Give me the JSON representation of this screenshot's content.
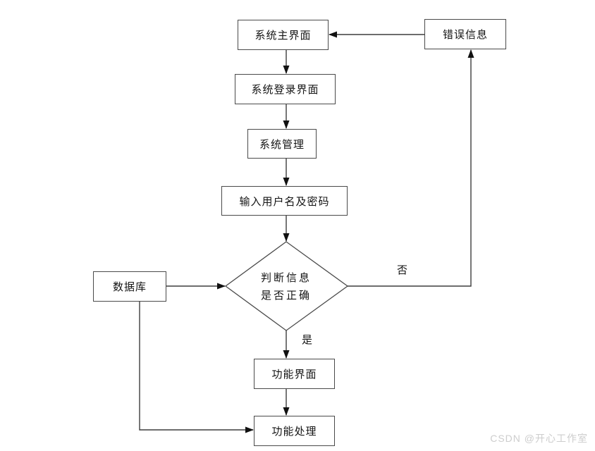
{
  "page": {
    "background": "#ffffff"
  },
  "diagram": {
    "type": "flowchart",
    "nodes": {
      "main_interface": {
        "label": "系统主界面",
        "shape": "rect"
      },
      "error_info": {
        "label": "错误信息",
        "shape": "rect"
      },
      "login_interface": {
        "label": "系统登录界面",
        "shape": "rect"
      },
      "system_management": {
        "label": "系统管理",
        "shape": "rect"
      },
      "input_credentials": {
        "label": "输入用户名及密码",
        "shape": "rect"
      },
      "database": {
        "label": "数据库",
        "shape": "rect"
      },
      "decision": {
        "label_line1": "判断信息",
        "label_line2": "是否正确",
        "shape": "diamond"
      },
      "function_interface": {
        "label": "功能界面",
        "shape": "rect"
      },
      "function_process": {
        "label": "功能处理",
        "shape": "rect"
      }
    },
    "edges": [
      {
        "from": "main_interface",
        "to": "login_interface",
        "label": ""
      },
      {
        "from": "login_interface",
        "to": "system_management",
        "label": ""
      },
      {
        "from": "system_management",
        "to": "input_credentials",
        "label": ""
      },
      {
        "from": "input_credentials",
        "to": "decision",
        "label": ""
      },
      {
        "from": "database",
        "to": "decision",
        "label": ""
      },
      {
        "from": "decision",
        "to": "error_info",
        "label": "否"
      },
      {
        "from": "error_info",
        "to": "main_interface",
        "label": ""
      },
      {
        "from": "decision",
        "to": "function_interface",
        "label": "是"
      },
      {
        "from": "function_interface",
        "to": "function_process",
        "label": ""
      },
      {
        "from": "database",
        "to": "function_process",
        "label": ""
      }
    ],
    "edge_labels": {
      "no": "否",
      "yes": "是"
    },
    "colors": {
      "line": "#3d3d3d",
      "arrowhead": "#111111",
      "box_border": "#4a4a4a",
      "text": "#141414",
      "watermark": "#cdcdcd"
    }
  },
  "watermark": {
    "text": "CSDN @开心工作室"
  }
}
